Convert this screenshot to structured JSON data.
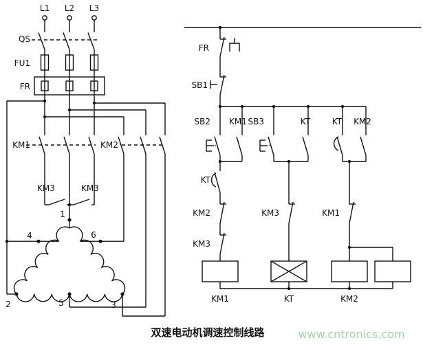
{
  "caption": "双速电动机调速控制线路",
  "watermark": "www.cntronics.com",
  "colors": {
    "wire": "#111111",
    "watermark": "#a5d6a5",
    "background": "#ffffff"
  },
  "main_circuit": {
    "phases": [
      "L1",
      "L2",
      "L3"
    ],
    "qs": "QS",
    "fu1": "FU1",
    "fr": "FR",
    "km1": "KM1",
    "km2": "KM2",
    "km3_left": "KM3",
    "km3_right": "KM3",
    "terminals": {
      "t1": "1",
      "t2": "2",
      "t3": "3",
      "t4": "4",
      "t5": "5",
      "t6": "6"
    }
  },
  "control_circuit": {
    "fr": "FR",
    "sb1": "SB1",
    "sb2": "SB2",
    "km1_seal": "KM1",
    "sb3": "SB3",
    "kt_no": "KT",
    "kt_delay": "KT",
    "km2_seal": "KM2",
    "kt_branch": "KT",
    "km2_interlock": "KM2",
    "km3_interlock": "KM3",
    "km3_mid_interlock": "KM3",
    "km1_interlock": "KM1",
    "coil_km1": "KM1",
    "coil_kt": "KT",
    "coil_km2": "KM2"
  }
}
